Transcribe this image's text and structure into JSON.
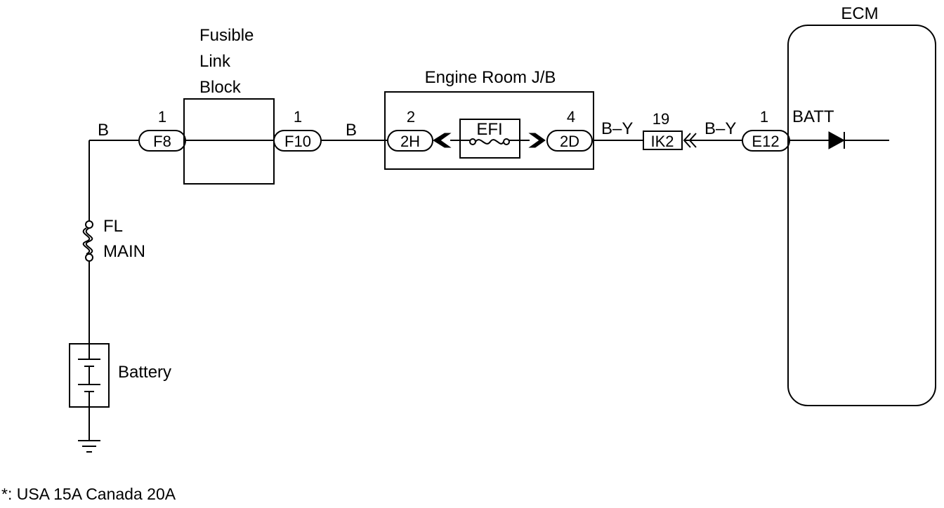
{
  "labels": {
    "fusible_link_block": [
      "Fusible",
      "Link",
      "Block"
    ],
    "engine_room_jb": "Engine Room J/B",
    "ecm": "ECM",
    "batt": "BATT",
    "fl": "FL",
    "main": "MAIN",
    "battery": "Battery",
    "efi": "EFI"
  },
  "wires": {
    "w1": "B",
    "w2": "B",
    "w3": "B–Y",
    "w4": "B–Y"
  },
  "pins": {
    "f8": "1",
    "f10": "1",
    "h2": "2",
    "d2": "4",
    "ik2": "19",
    "e12": "1"
  },
  "connectors": {
    "f8": "F8",
    "f10": "F10",
    "h2": "2H",
    "d2": "2D",
    "ik2": "IK2",
    "e12": "E12"
  },
  "footnote": "*: USA 15A  Canada 20A"
}
